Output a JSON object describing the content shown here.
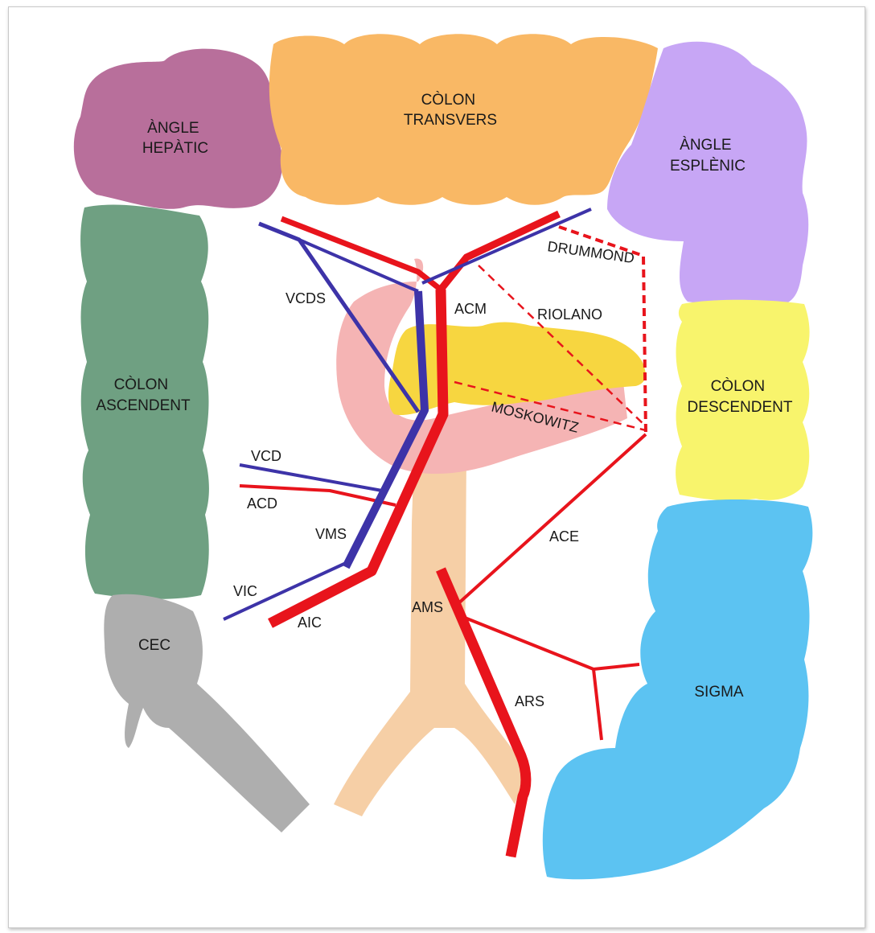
{
  "segments": {
    "hepatic_flexure": [
      "ÀNGLE",
      "HEPÀTIC"
    ],
    "transverse_colon": [
      "CÒLON",
      "TRANSVERS"
    ],
    "splenic_flexure": [
      "ÀNGLE",
      "ESPLÈNIC"
    ],
    "ascending_colon": [
      "CÒLON",
      "ASCENDENT"
    ],
    "descending_colon": [
      "CÒLON",
      "DESCENDENT"
    ],
    "cecum": "CEC",
    "sigmoid": "SIGMA"
  },
  "vessel_labels": {
    "vcds": "VCDS",
    "acm": "ACM",
    "drummond": "DRUMMOND",
    "riolano": "RIOLANO",
    "moskowitz": "MOSKOWITZ",
    "vcd": "VCD",
    "acd": "ACD",
    "vms": "VMS",
    "vic": "VIC",
    "aic": "AIC",
    "ams": "AMS",
    "ace": "ACE",
    "ars": "ARS"
  },
  "colors": {
    "hepatic_flexure": "#b86f9b",
    "transverse_colon": "#f9b865",
    "splenic_flexure": "#c7a6f5",
    "ascending_colon": "#6fa082",
    "descending_colon": "#f8f46c",
    "cecum": "#aeaeae",
    "sigmoid": "#5cc3f2",
    "aorta": "#f6cfa6",
    "pancreas": "#f7d640",
    "duodenum": "#f5b4b4",
    "artery": "#e8141c",
    "vein": "#3d33a8"
  }
}
